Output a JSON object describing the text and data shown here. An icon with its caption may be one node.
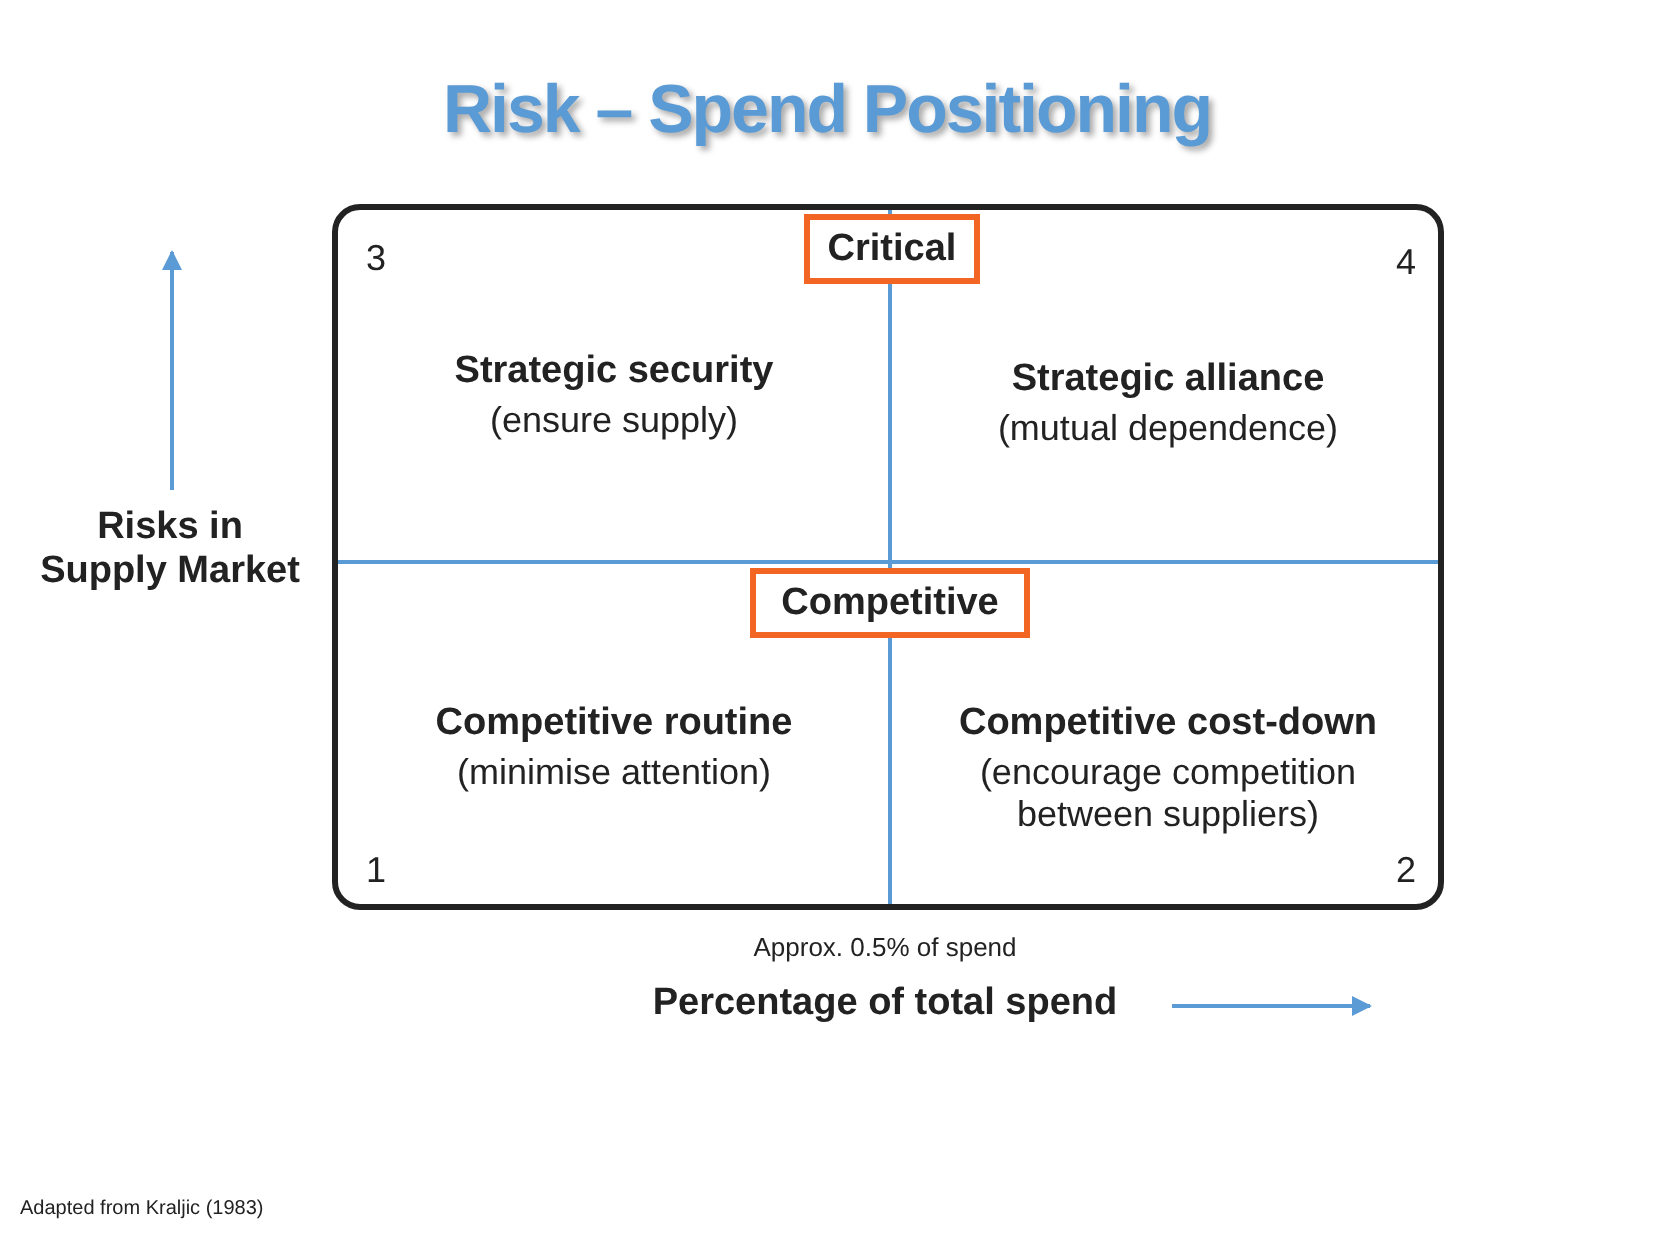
{
  "diagram": {
    "title": "Risk – Spend Positioning",
    "nodes": [
      {
        "text": [],
        "shape": "box"
      },
      {
        "text": [
          "Critical"
        ],
        "in": 0
      },
      {
        "text": [
          "Strategic security",
          "(ensure supply)"
        ],
        "in": 0,
        "beside": [
          "3"
        ]
      },
      {
        "text": [
          "Strategic alliance",
          "(mutual dependence)"
        ],
        "in": 0,
        "beside": [
          "4"
        ]
      },
      {
        "text": [
          "Competitive"
        ],
        "in": 0
      },
      {
        "text": [
          "Competitive routine",
          "(minimise attention)"
        ],
        "in": 0,
        "beside": [
          "1"
        ]
      },
      {
        "text": [
          "Competitive cost-down",
          "(encourage competition between suppliers)"
        ],
        "in": 0,
        "beside": [
          "2"
        ]
      }
    ],
    "labels": [
      "Risks in Supply Market",
      "Approx. 0.5% of spend",
      "Percentage of total spend",
      "Adapted from Kraljic (1983)"
    ]
  }
}
